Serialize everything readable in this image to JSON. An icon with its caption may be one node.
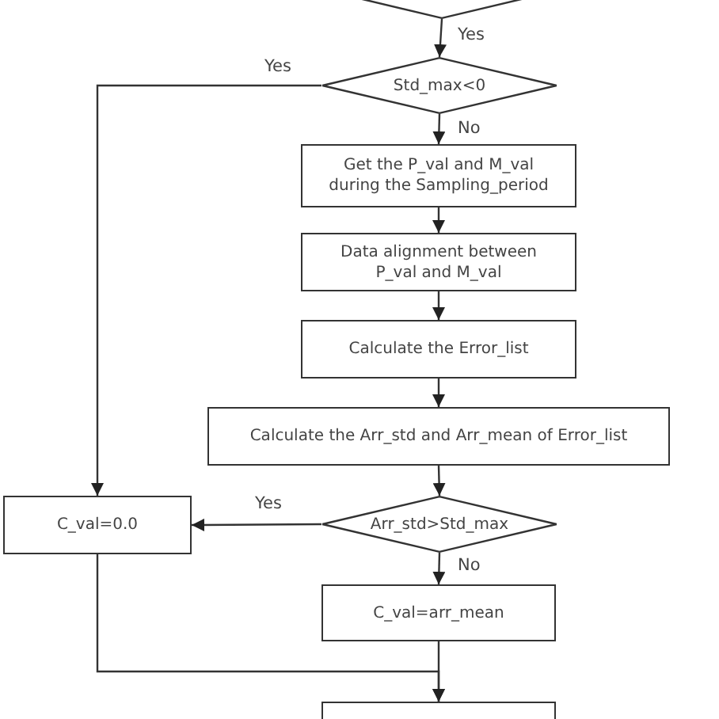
{
  "diagram": {
    "nodes": [
      {
        "text": [],
        "shape": "diamond"
      },
      {
        "text": [
          "Std_max<0"
        ]
      },
      {
        "text": [
          "Get the P_val and M_val during the Sampling_period"
        ]
      },
      {
        "text": [
          "Data alignment between P_val and M_val"
        ]
      },
      {
        "text": [
          "Calculate the Error_list"
        ]
      },
      {
        "text": [
          "Calculate the Arr_std and  Arr_mean of Error_list"
        ]
      },
      {
        "text": [
          "Arr_std>Std_max"
        ]
      },
      {
        "text": [
          "C_val=0.0"
        ]
      },
      {
        "text": [
          "C_val=arr_mean"
        ]
      },
      {
        "text": [],
        "shape": "box"
      }
    ],
    "edges": [
      {
        "from": 0,
        "to": 1,
        "arrow": "to",
        "label": "Yes"
      },
      {
        "from": 1,
        "to": 7,
        "arrow": "to",
        "label": "Yes"
      },
      {
        "from": 1,
        "to": 2,
        "arrow": "to",
        "label": "No"
      },
      {
        "from": 2,
        "to": 3,
        "arrow": "to"
      },
      {
        "from": 3,
        "to": 4,
        "arrow": "to"
      },
      {
        "from": 4,
        "to": 5,
        "arrow": "to"
      },
      {
        "from": 5,
        "to": 6,
        "arrow": "to"
      },
      {
        "from": 6,
        "to": 7,
        "arrow": "to",
        "label": "Yes"
      },
      {
        "from": 6,
        "to": 8,
        "arrow": "to",
        "label": "No"
      },
      {
        "from": 8,
        "to": 9,
        "arrow": "to"
      },
      {
        "from": 7,
        "to": 9,
        "arrow": "to"
      }
    ]
  }
}
